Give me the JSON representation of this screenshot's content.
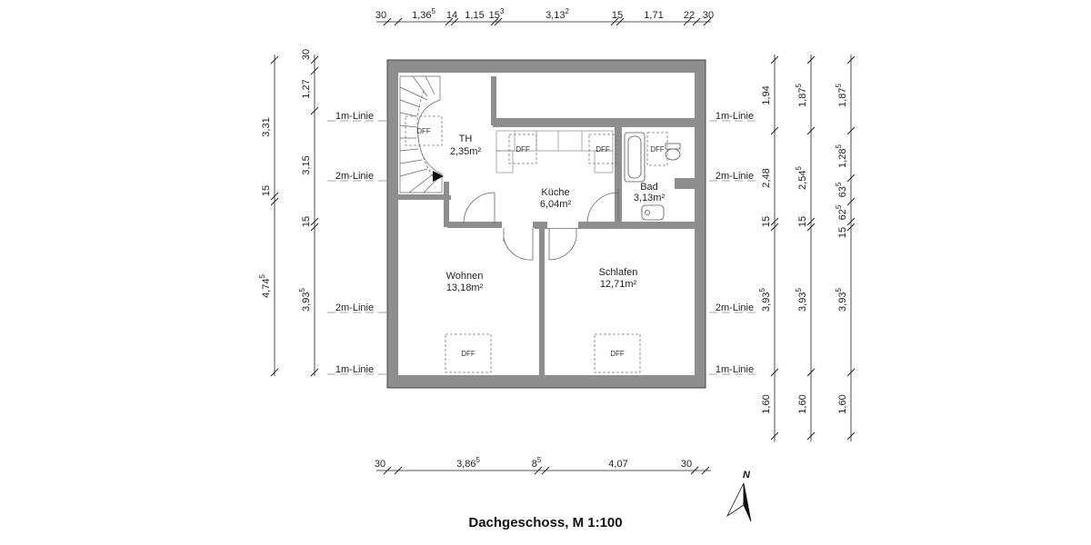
{
  "title": "Dachgeschoss, M 1:100",
  "north": "N",
  "rooms": [
    {
      "name": "TH",
      "area": "2,35m²"
    },
    {
      "name": "Küche",
      "area": "6,04m²"
    },
    {
      "name": "Bad",
      "area": "3,13m²"
    },
    {
      "name": "Wohnen",
      "area": "13,18m²"
    },
    {
      "name": "Schlafen",
      "area": "12,71m²"
    }
  ],
  "skylights": [
    "DFF",
    "DFF",
    "DFF",
    "DFF",
    "DFF",
    "DFF"
  ],
  "height_lines": {
    "one_m": "1m-Linie",
    "two_m": "2m-Linie"
  },
  "dims": {
    "top": [
      {
        "main": "30",
        "sup": ""
      },
      {
        "main": "1,36",
        "sup": "5"
      },
      {
        "main": "14",
        "sup": ""
      },
      {
        "main": "1,15",
        "sup": ""
      },
      {
        "main": "15",
        "sup": "3"
      },
      {
        "main": "3,13",
        "sup": "2"
      },
      {
        "main": "15",
        "sup": ""
      },
      {
        "main": "1,71",
        "sup": ""
      },
      {
        "main": "22",
        "sup": ""
      },
      {
        "main": "30",
        "sup": ""
      }
    ],
    "bottom": [
      {
        "main": "30",
        "sup": ""
      },
      {
        "main": "3,86",
        "sup": "5"
      },
      {
        "main": "8",
        "sup": "5"
      },
      {
        "main": "4,07",
        "sup": ""
      },
      {
        "main": "30",
        "sup": ""
      }
    ],
    "left_outer": [
      {
        "main": "3,31",
        "sup": ""
      },
      {
        "main": "15",
        "sup": ""
      },
      {
        "main": "4,74",
        "sup": "5"
      }
    ],
    "left_inner": [
      {
        "main": "30",
        "sup": ""
      },
      {
        "main": "1,27",
        "sup": ""
      },
      {
        "main": "3,15",
        "sup": ""
      },
      {
        "main": "15",
        "sup": ""
      },
      {
        "main": "3,93",
        "sup": "5"
      }
    ],
    "right_1": [
      {
        "main": "1,94",
        "sup": ""
      },
      {
        "main": "2,48",
        "sup": ""
      },
      {
        "main": "15",
        "sup": ""
      },
      {
        "main": "3,93",
        "sup": "5"
      },
      {
        "main": "1,60",
        "sup": ""
      }
    ],
    "right_2": [
      {
        "main": "1,87",
        "sup": "5"
      },
      {
        "main": "2,54",
        "sup": "5"
      },
      {
        "main": "15",
        "sup": ""
      },
      {
        "main": "3,93",
        "sup": "5"
      },
      {
        "main": "1,60",
        "sup": ""
      }
    ],
    "right_3": [
      {
        "main": "1,87",
        "sup": "5"
      },
      {
        "main": "1,28",
        "sup": "5"
      },
      {
        "main": "63",
        "sup": "5"
      },
      {
        "main": "62",
        "sup": "5"
      },
      {
        "main": "15",
        "sup": ""
      },
      {
        "main": "3,93",
        "sup": "5"
      },
      {
        "main": "1,60",
        "sup": ""
      }
    ]
  }
}
